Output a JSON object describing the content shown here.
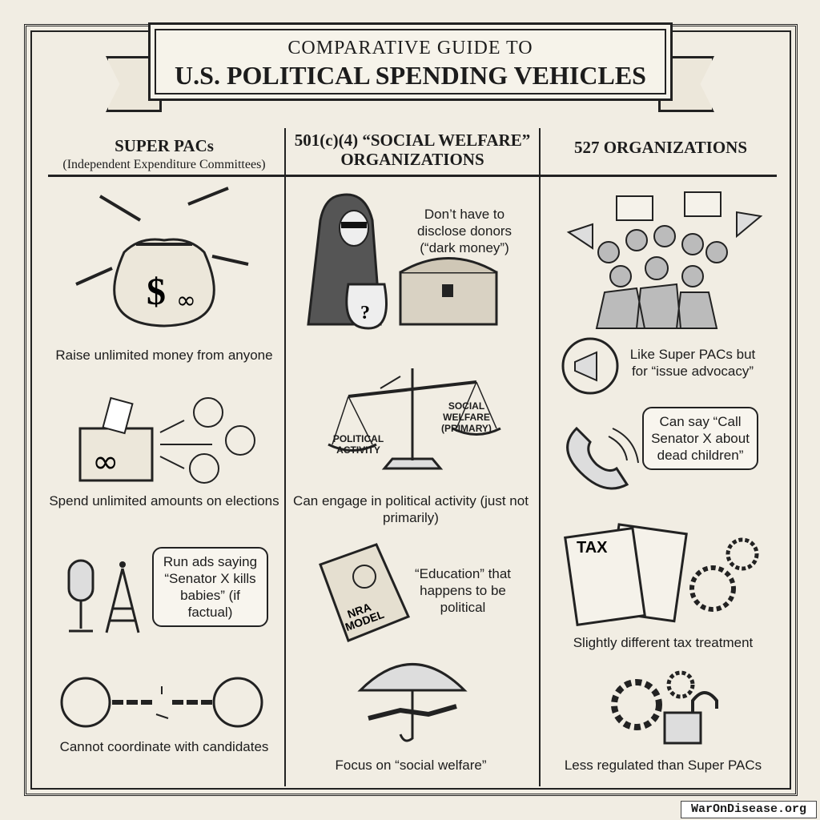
{
  "title": {
    "line1": "COMPARATIVE GUIDE TO",
    "line2": "U.S. POLITICAL SPENDING VEHICLES"
  },
  "columns": [
    {
      "heading": "SUPER PACs",
      "subheading": "(Independent Expenditure Committees)",
      "items": [
        {
          "icon": "money-bag-icon",
          "caption": "Raise unlimited money from anyone"
        },
        {
          "icon": "ballot-box-infinity-icon",
          "caption": "Spend unlimited amounts on elections"
        },
        {
          "icon": "microphone-radio-tower-icon",
          "bubble": "Run ads saying “Senator X kills babies” (if factual)"
        },
        {
          "icon": "broken-chain-hands-icon",
          "caption": "Cannot coordinate with candidates"
        }
      ]
    },
    {
      "heading": "501(c)(4) “SOCIAL WELFARE” ORGANIZATIONS",
      "items": [
        {
          "icon": "hooded-figure-chest-icon",
          "bubble": "Don’t have to disclose donors (“dark money”)"
        },
        {
          "icon": "balance-scale-icon",
          "left_label": "POLITICAL ACTIVITY",
          "right_label": "SOCIAL WELFARE (PRIMARY)",
          "caption": "Can engage in political activity (just not primarily)"
        },
        {
          "icon": "book-icon",
          "book_text": "NRA MODEL",
          "text": "“Education” that happens to be political"
        },
        {
          "icon": "umbrella-handshake-icon",
          "caption": "Focus on “social welfare”"
        }
      ]
    },
    {
      "heading": "527 ORGANIZATIONS",
      "items": [
        {
          "icon": "protest-crowd-icon"
        },
        {
          "icon": "megaphone-icon",
          "text": "Like Super PACs but for “issue advocacy”"
        },
        {
          "icon": "phone-icon",
          "bubble": "Can say “Call Senator X about dead children”"
        },
        {
          "icon": "tax-forms-gears-icon",
          "form_label": "TAX",
          "caption": "Slightly different tax treatment"
        },
        {
          "icon": "gears-padlock-icon",
          "caption": "Less regulated than Super PACs"
        }
      ]
    }
  ],
  "watermark": "WarOnDisease.org"
}
